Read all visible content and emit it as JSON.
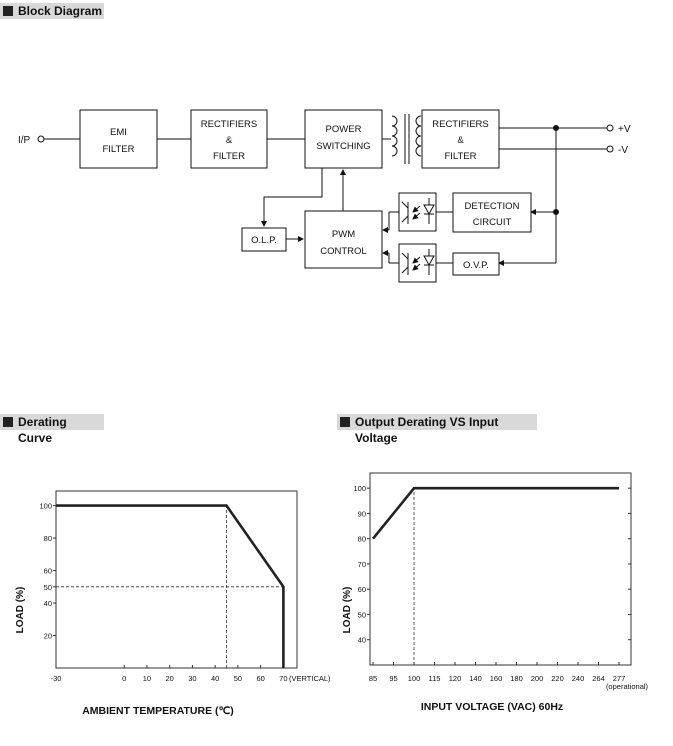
{
  "headings": {
    "block": "Block Diagram",
    "derating": "Derating Curve",
    "input": "Output Derating VS Input Voltage"
  },
  "block_diagram": {
    "ip": "I/P",
    "emi": [
      "EMI",
      "FILTER"
    ],
    "rect1": [
      "RECTIFIERS",
      "&",
      "FILTER"
    ],
    "power": [
      "POWER",
      "SWITCHING"
    ],
    "rect2": [
      "RECTIFIERS",
      "&",
      "FILTER"
    ],
    "detection": [
      "DETECTION",
      "CIRCUIT"
    ],
    "olp": "O.L.P.",
    "pwm": [
      "PWM",
      "CONTROL"
    ],
    "ovp": "O.V.P.",
    "vplus": "+V",
    "vminus": "-V"
  },
  "chart_data": [
    {
      "type": "line",
      "xlabel": "AMBIENT TEMPERATURE (℃)",
      "ylabel": "LOAD (%)",
      "x_ticks": [
        "-30",
        "0",
        "10",
        "20",
        "30",
        "40",
        "50",
        "60",
        "70"
      ],
      "x_tick_values": [
        -30,
        0,
        10,
        20,
        30,
        40,
        50,
        60,
        70
      ],
      "x_note": "(VERTICAL)",
      "y_ticks": [
        "100",
        "80",
        "60",
        "50",
        "40",
        "20"
      ],
      "y_tick_values": [
        100,
        80,
        60,
        50,
        40,
        20
      ],
      "xlim": [
        -30,
        76
      ],
      "ylim": [
        0,
        109
      ],
      "series": [
        {
          "x": [
            -30,
            45,
            70,
            70
          ],
          "y": [
            100,
            100,
            50,
            0
          ]
        }
      ],
      "reference_lines": [
        {
          "orientation": "vertical",
          "x": 45,
          "y_range": [
            0,
            100
          ]
        },
        {
          "orientation": "horizontal",
          "y": 50,
          "x_range": [
            -30,
            70
          ]
        }
      ]
    },
    {
      "type": "line",
      "xlabel": "INPUT VOLTAGE (VAC) 60Hz",
      "ylabel": "LOAD (%)",
      "x_ticks": [
        "85",
        "95",
        "100",
        "115",
        "120",
        "140",
        "160",
        "180",
        "200",
        "220",
        "240",
        "264",
        "277"
      ],
      "x_note": "(operational)",
      "y_ticks": [
        "100",
        "90",
        "80",
        "70",
        "60",
        "50",
        "40"
      ],
      "y_tick_values": [
        100,
        90,
        80,
        70,
        60,
        50,
        40
      ],
      "ylim": [
        30,
        106
      ],
      "series": [
        {
          "x": [
            85,
            100,
            277
          ],
          "y": [
            80,
            100,
            100
          ]
        }
      ],
      "reference_lines": [
        {
          "orientation": "vertical",
          "x": 100,
          "y_range": [
            30,
            100
          ]
        }
      ]
    }
  ]
}
